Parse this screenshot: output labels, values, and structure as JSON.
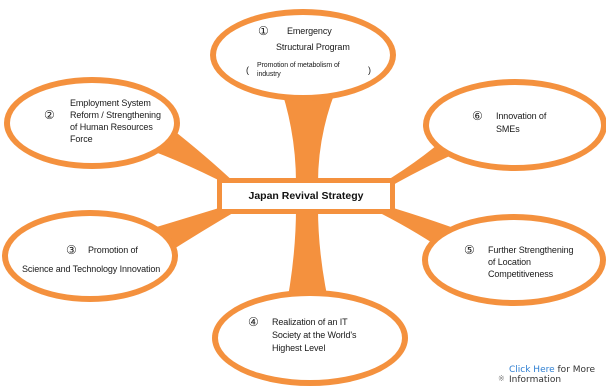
{
  "colors": {
    "accent": "#f4913e",
    "ellipse_fill": "#ffffff",
    "link": "#2f7fd2"
  },
  "center": {
    "label": "Japan Revival Strategy"
  },
  "nodes": {
    "n1": {
      "number": "①",
      "lines": [
        "Emergency",
        "Structural Program"
      ],
      "note": "Promotion of metabolism of industry",
      "note_lines": [
        "Promotion of metabolism of",
        "industry"
      ]
    },
    "n2": {
      "number": "②",
      "lines": [
        "Employment System",
        "Reform / Strengthening",
        "of Human Resources",
        "Force"
      ]
    },
    "n3": {
      "number": "③",
      "lines": [
        "Promotion of",
        "Science and Technology Innovation"
      ]
    },
    "n4": {
      "number": "④",
      "lines": [
        "Realization of an IT",
        "Society at the World's",
        "Highest Level"
      ]
    },
    "n5": {
      "number": "⑤",
      "lines": [
        "Further Strengthening",
        "of Location",
        "Competitiveness"
      ]
    },
    "n6": {
      "number": "⑥",
      "lines": [
        "Innovation of",
        "SMEs"
      ]
    }
  },
  "more_info": {
    "icon": "reference-mark-icon",
    "glyph": "※",
    "link_text": "Click Here",
    "rest_text": " for More",
    "line2": "Information"
  }
}
